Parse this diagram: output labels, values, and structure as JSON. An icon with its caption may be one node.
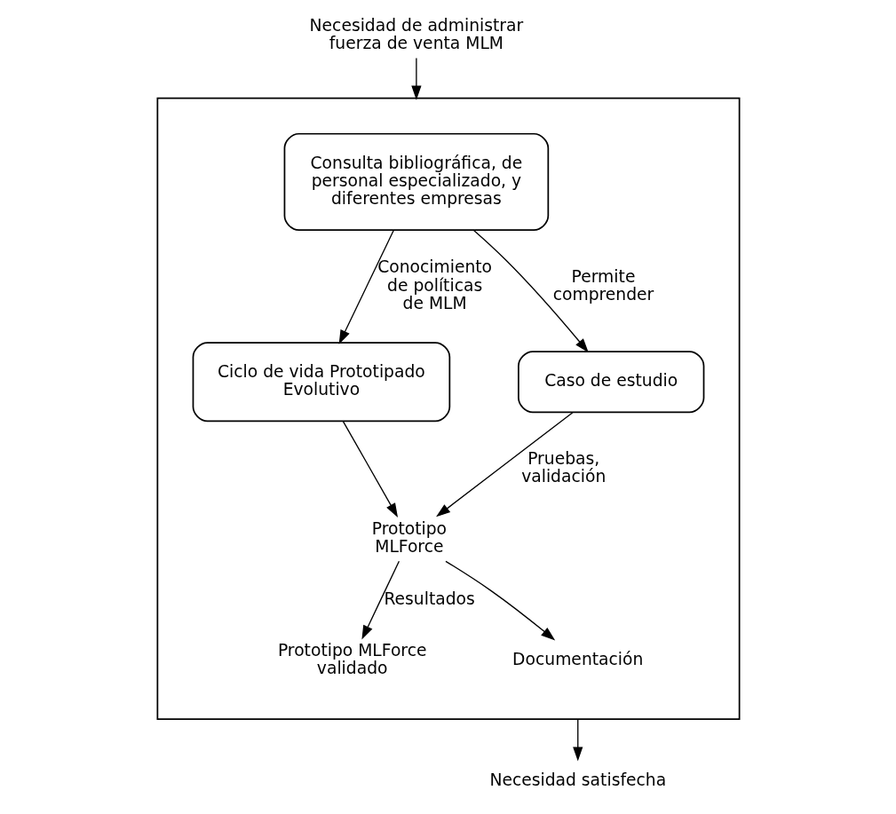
{
  "diagram": {
    "nodes": [
      {
        "text": [
          "Necesidad de administrar fuerza de venta MLM"
        ]
      },
      {
        "text": [],
        "shape": "box"
      },
      {
        "text": [
          "Consulta bibliográfica, de personal especializado, y diferentes empresas"
        ],
        "in": 1
      },
      {
        "text": [
          "Ciclo de vida Prototipado Evolutivo"
        ],
        "in": 1
      },
      {
        "text": [
          "Caso de estudio"
        ],
        "in": 1
      },
      {
        "text": [
          "Prototipo MLForce"
        ],
        "in": 1
      },
      {
        "text": [
          "Prototipo MLForce validado"
        ],
        "in": 1
      },
      {
        "text": [
          "Documentación"
        ],
        "in": 1
      },
      {
        "text": [
          "Necesidad satisfecha"
        ]
      }
    ],
    "edges": [
      {
        "from": 0,
        "to": 1,
        "arrow": "to"
      },
      {
        "from": 2,
        "to": 3,
        "arrow": "to",
        "label": "Conocimiento de políticas de MLM"
      },
      {
        "from": 2,
        "to": 4,
        "arrow": "to",
        "label": "Permite comprender"
      },
      {
        "from": 3,
        "to": 5,
        "arrow": "to"
      },
      {
        "from": 4,
        "to": 5,
        "arrow": "to",
        "label": "Pruebas, validación"
      },
      {
        "from": 5,
        "to": 6,
        "arrow": "to",
        "label": "Resultados"
      },
      {
        "from": 5,
        "to": 7,
        "arrow": "to"
      },
      {
        "from": 1,
        "to": 8,
        "arrow": "to"
      }
    ]
  }
}
